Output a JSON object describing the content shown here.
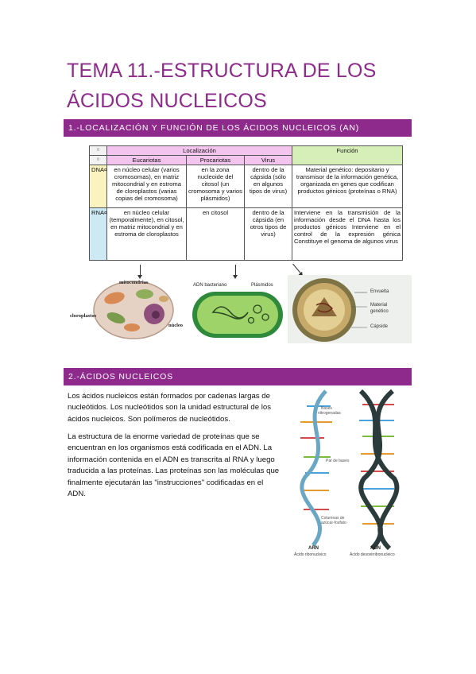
{
  "title": "TEMA 11.-ESTRUCTURA DE LOS ÁCIDOS NUCLEICOS",
  "section1": {
    "heading": "1.-LOCALIZACIÓN Y FUNCIÓN DE LOS ÁCIDOS NUCLEICOS (AN)",
    "table": {
      "corner_top": "¤",
      "corner_sub": "¤",
      "localizacion": "Localización",
      "funcion": "Función",
      "eucariotas": "Eucariotas",
      "procariotas": "Procariotas",
      "virus": "Virus",
      "dna": {
        "label": "DNA¤",
        "eucariotas": "en núcleo celular (varios cromosomas), en matriz mitocondrial y en estroma de cloroplastos (varias copias del cromosoma)",
        "procariotas": "en la zona nucleoide del citosol (un cromosoma y varios plásmidos)",
        "virus": "dentro de la cápsida (sólo en algunos tipos de virus)",
        "funcion": "Material genético: depositario y transmisor de la información genética, organizada en genes que codifican productos génicos (proteínas o RNA)"
      },
      "rna": {
        "label": "RNA¤",
        "eucariotas": "en núcleo celular (temporalmente), en citosol, en matriz mitocondrial y en estroma de cloroplastos",
        "procariotas": "en citosol",
        "virus": "dentro de la cápsida (en otros tipos de virus)",
        "funcion": "Interviene en la transmisión de la información desde el DNA hasta los productos génicos Interviene en el control de la expresión génica Constituye el genoma de algunos virus"
      }
    },
    "figure_labels": {
      "mitocondrias": "mitocondrias",
      "cloroplastos": "cloroplastos",
      "nucleo": "núcleo",
      "adn_bacteriano": "ADN bacteriano",
      "plasmidos": "Plásmidos",
      "envuelta": "Envuelta",
      "material": "Material",
      "genetico": "genético",
      "capside": "Cápside"
    }
  },
  "section2": {
    "heading": "2.-ÁCIDOS NUCLEICOS",
    "p1": "Los ácidos nucleicos están formados por cadenas largas de nucleótidos. Los nucleótidos son la unidad estructural de los ácidos nucleicos. Son polímeros de nucleótidos.",
    "p2": " La estructura de la enorme variedad de proteínas que se encuentran en los organismos está codificada en el ADN. La información contenida en el ADN es transcrita al RNA y luego traducida a las proteínas. Las proteínas son las moléculas que finalmente ejecutarán las \"instrucciones\" codificadas en el ADN.",
    "figure_labels": {
      "bases": "Bases",
      "nitrogenadas": "nitrogenadas",
      "par_bases": "Par de bases",
      "columnas": "Columnas de",
      "azucar": "azúcar-fosfato",
      "arn": "ARN",
      "arn_full": "Ácido ribonucleico",
      "adn": "ADN",
      "adn_full": "Ácido desoxirribonucleico"
    }
  }
}
